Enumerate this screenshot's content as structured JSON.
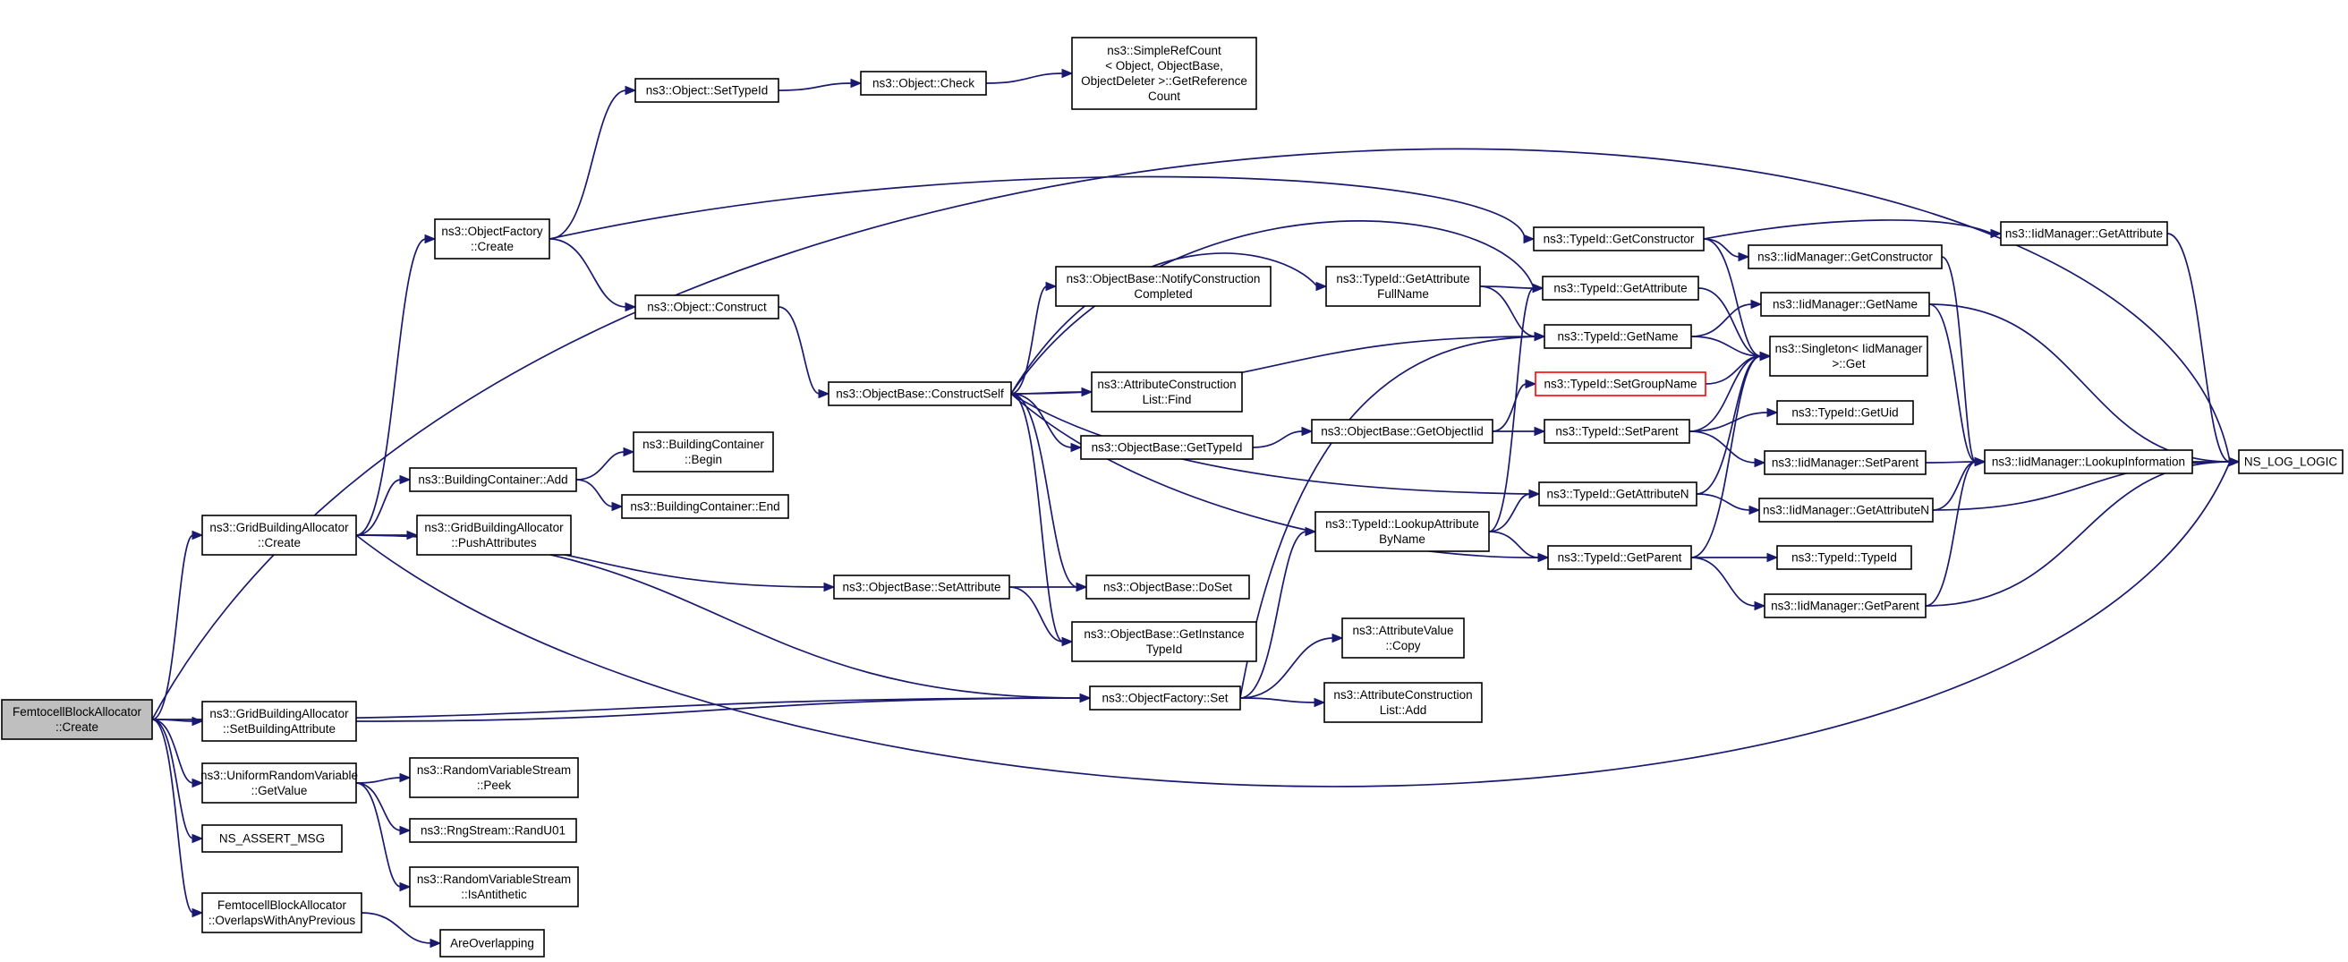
{
  "diagram": {
    "type": "call-graph",
    "colors": {
      "edge": "#191970",
      "root_fill": "#bfbfbf",
      "highlight_border": "#ff0000"
    },
    "nodes": [
      {
        "id": "root",
        "lines": [
          "FemtocellBlockAllocator",
          "::Create"
        ]
      },
      {
        "id": "gba_create",
        "lines": [
          "ns3::GridBuildingAllocator",
          "::Create"
        ]
      },
      {
        "id": "gba_setbuild",
        "lines": [
          "ns3::GridBuildingAllocator",
          "::SetBuildingAttribute"
        ]
      },
      {
        "id": "urv_getvalue",
        "lines": [
          "ns3::UniformRandomVariable",
          "::GetValue"
        ]
      },
      {
        "id": "ns_assert",
        "lines": [
          "NS_ASSERT_MSG"
        ]
      },
      {
        "id": "fba_overlaps",
        "lines": [
          "FemtocellBlockAllocator",
          "::OverlapsWithAnyPrevious"
        ]
      },
      {
        "id": "of_create",
        "lines": [
          "ns3::ObjectFactory",
          "::Create"
        ]
      },
      {
        "id": "bc_add",
        "lines": [
          "ns3::BuildingContainer::Add"
        ]
      },
      {
        "id": "gba_push",
        "lines": [
          "ns3::GridBuildingAllocator",
          "::PushAttributes"
        ]
      },
      {
        "id": "rvs_peek",
        "lines": [
          "ns3::RandomVariableStream",
          "::Peek"
        ]
      },
      {
        "id": "rng_randu01",
        "lines": [
          "ns3::RngStream::RandU01"
        ]
      },
      {
        "id": "rvs_isanti",
        "lines": [
          "ns3::RandomVariableStream",
          "::IsAntithetic"
        ]
      },
      {
        "id": "are_overlapping",
        "lines": [
          "AreOverlapping"
        ]
      },
      {
        "id": "obj_settypeid",
        "lines": [
          "ns3::Object::SetTypeId"
        ]
      },
      {
        "id": "obj_construct",
        "lines": [
          "ns3::Object::Construct"
        ]
      },
      {
        "id": "bc_begin",
        "lines": [
          "ns3::BuildingContainer",
          "::Begin"
        ]
      },
      {
        "id": "bc_end",
        "lines": [
          "ns3::BuildingContainer::End"
        ]
      },
      {
        "id": "obj_check",
        "lines": [
          "ns3::Object::Check"
        ]
      },
      {
        "id": "simplerefcount",
        "lines": [
          "ns3::SimpleRefCount",
          "< Object, ObjectBase,",
          "ObjectDeleter >::GetReference",
          "Count"
        ]
      },
      {
        "id": "ob_constructself",
        "lines": [
          "ns3::ObjectBase::ConstructSelf"
        ]
      },
      {
        "id": "ob_setattribute",
        "lines": [
          "ns3::ObjectBase::SetAttribute"
        ]
      },
      {
        "id": "ob_notify",
        "lines": [
          "ns3::ObjectBase::NotifyConstruction",
          "Completed"
        ]
      },
      {
        "id": "acl_find",
        "lines": [
          "ns3::AttributeConstruction",
          "List::Find"
        ]
      },
      {
        "id": "ob_gettypeid",
        "lines": [
          "ns3::ObjectBase::GetTypeId"
        ]
      },
      {
        "id": "ob_doset",
        "lines": [
          "ns3::ObjectBase::DoSet"
        ]
      },
      {
        "id": "ob_getinstance",
        "lines": [
          "ns3::ObjectBase::GetInstance",
          "TypeId"
        ]
      },
      {
        "id": "of_set",
        "lines": [
          "ns3::ObjectFactory::Set"
        ]
      },
      {
        "id": "tid_getattrfullname",
        "lines": [
          "ns3::TypeId::GetAttribute",
          "FullName"
        ]
      },
      {
        "id": "ob_getobjectiid",
        "lines": [
          "ns3::ObjectBase::GetObjectIid"
        ]
      },
      {
        "id": "tid_lookupattr",
        "lines": [
          "ns3::TypeId::LookupAttribute",
          "ByName"
        ]
      },
      {
        "id": "av_copy",
        "lines": [
          "ns3::AttributeValue",
          "::Copy"
        ]
      },
      {
        "id": "acl_add",
        "lines": [
          "ns3::AttributeConstruction",
          "List::Add"
        ]
      },
      {
        "id": "tid_getconstructor",
        "lines": [
          "ns3::TypeId::GetConstructor"
        ]
      },
      {
        "id": "tid_getattribute",
        "lines": [
          "ns3::TypeId::GetAttribute"
        ]
      },
      {
        "id": "tid_getname",
        "lines": [
          "ns3::TypeId::GetName"
        ]
      },
      {
        "id": "tid_setgroupname",
        "lines": [
          "ns3::TypeId::SetGroupName"
        ],
        "highlight": true
      },
      {
        "id": "tid_setparent",
        "lines": [
          "ns3::TypeId::SetParent"
        ]
      },
      {
        "id": "tid_getattributen",
        "lines": [
          "ns3::TypeId::GetAttributeN"
        ]
      },
      {
        "id": "tid_getparent",
        "lines": [
          "ns3::TypeId::GetParent"
        ]
      },
      {
        "id": "iid_getconstructor",
        "lines": [
          "ns3::IidManager::GetConstructor"
        ]
      },
      {
        "id": "iid_getname",
        "lines": [
          "ns3::IidManager::GetName"
        ]
      },
      {
        "id": "singleton_get",
        "lines": [
          "ns3::Singleton< IidManager",
          ">::Get"
        ]
      },
      {
        "id": "tid_getuid",
        "lines": [
          "ns3::TypeId::GetUid"
        ]
      },
      {
        "id": "iid_setparent",
        "lines": [
          "ns3::IidManager::SetParent"
        ]
      },
      {
        "id": "iid_getattributen",
        "lines": [
          "ns3::IidManager::GetAttributeN"
        ]
      },
      {
        "id": "tid_typeid",
        "lines": [
          "ns3::TypeId::TypeId"
        ]
      },
      {
        "id": "iid_getparent",
        "lines": [
          "ns3::IidManager::GetParent"
        ]
      },
      {
        "id": "iid_getattribute",
        "lines": [
          "ns3::IidManager::GetAttribute"
        ]
      },
      {
        "id": "iid_lookupinfo",
        "lines": [
          "ns3::IidManager::LookupInformation"
        ]
      },
      {
        "id": "ns_log_logic",
        "lines": [
          "NS_LOG_LOGIC"
        ]
      }
    ],
    "edges": [
      [
        "root",
        "gba_create"
      ],
      [
        "root",
        "gba_setbuild"
      ],
      [
        "root",
        "urv_getvalue"
      ],
      [
        "root",
        "ns_assert"
      ],
      [
        "root",
        "fba_overlaps"
      ],
      [
        "root",
        "of_set"
      ],
      [
        "root",
        "ns_log_logic"
      ],
      [
        "gba_create",
        "of_create"
      ],
      [
        "gba_create",
        "bc_add"
      ],
      [
        "gba_create",
        "gba_push"
      ],
      [
        "gba_create",
        "ob_setattribute"
      ],
      [
        "gba_create",
        "of_set"
      ],
      [
        "gba_create",
        "ns_log_logic"
      ],
      [
        "gba_setbuild",
        "of_set"
      ],
      [
        "urv_getvalue",
        "rvs_peek"
      ],
      [
        "urv_getvalue",
        "rng_randu01"
      ],
      [
        "urv_getvalue",
        "rvs_isanti"
      ],
      [
        "fba_overlaps",
        "are_overlapping"
      ],
      [
        "of_create",
        "obj_settypeid"
      ],
      [
        "of_create",
        "obj_construct"
      ],
      [
        "of_create",
        "tid_getconstructor"
      ],
      [
        "obj_settypeid",
        "obj_check"
      ],
      [
        "obj_check",
        "simplerefcount"
      ],
      [
        "obj_construct",
        "ob_constructself"
      ],
      [
        "bc_add",
        "bc_begin"
      ],
      [
        "bc_add",
        "bc_end"
      ],
      [
        "ob_constructself",
        "ob_notify"
      ],
      [
        "ob_constructself",
        "acl_find"
      ],
      [
        "ob_constructself",
        "ob_gettypeid"
      ],
      [
        "ob_constructself",
        "ob_doset"
      ],
      [
        "ob_constructself",
        "ob_getinstance"
      ],
      [
        "ob_constructself",
        "tid_getattrfullname"
      ],
      [
        "ob_constructself",
        "tid_getattribute"
      ],
      [
        "ob_constructself",
        "tid_getname"
      ],
      [
        "ob_constructself",
        "tid_getattributen"
      ],
      [
        "ob_constructself",
        "tid_getparent"
      ],
      [
        "ob_setattribute",
        "ob_doset"
      ],
      [
        "ob_setattribute",
        "ob_getinstance"
      ],
      [
        "ob_gettypeid",
        "ob_getobjectiid"
      ],
      [
        "ob_getobjectiid",
        "tid_setgroupname"
      ],
      [
        "ob_getobjectiid",
        "tid_setparent"
      ],
      [
        "of_set",
        "tid_lookupattr"
      ],
      [
        "of_set",
        "av_copy"
      ],
      [
        "of_set",
        "acl_add"
      ],
      [
        "of_set",
        "tid_getname"
      ],
      [
        "tid_getattrfullname",
        "tid_getattribute"
      ],
      [
        "tid_getattrfullname",
        "tid_getname"
      ],
      [
        "tid_lookupattr",
        "tid_getattribute"
      ],
      [
        "tid_lookupattr",
        "tid_getattributen"
      ],
      [
        "tid_lookupattr",
        "tid_getparent"
      ],
      [
        "tid_getconstructor",
        "iid_getconstructor"
      ],
      [
        "tid_getconstructor",
        "singleton_get"
      ],
      [
        "tid_getconstructor",
        "iid_getattribute"
      ],
      [
        "tid_getattribute",
        "singleton_get"
      ],
      [
        "tid_getname",
        "iid_getname"
      ],
      [
        "tid_getname",
        "singleton_get"
      ],
      [
        "tid_setgroupname",
        "singleton_get"
      ],
      [
        "tid_setparent",
        "singleton_get"
      ],
      [
        "tid_setparent",
        "tid_getuid"
      ],
      [
        "tid_setparent",
        "iid_setparent"
      ],
      [
        "tid_getattributen",
        "singleton_get"
      ],
      [
        "tid_getattributen",
        "iid_getattributen"
      ],
      [
        "tid_getparent",
        "singleton_get"
      ],
      [
        "tid_getparent",
        "tid_typeid"
      ],
      [
        "tid_getparent",
        "iid_getparent"
      ],
      [
        "iid_getconstructor",
        "iid_lookupinfo"
      ],
      [
        "iid_getname",
        "iid_lookupinfo"
      ],
      [
        "iid_getname",
        "ns_log_logic"
      ],
      [
        "iid_setparent",
        "iid_lookupinfo"
      ],
      [
        "iid_getattributen",
        "iid_lookupinfo"
      ],
      [
        "iid_getattributen",
        "ns_log_logic"
      ],
      [
        "iid_getparent",
        "iid_lookupinfo"
      ],
      [
        "iid_getparent",
        "ns_log_logic"
      ],
      [
        "iid_getattribute",
        "ns_log_logic"
      ],
      [
        "iid_lookupinfo",
        "ns_log_logic"
      ]
    ]
  }
}
